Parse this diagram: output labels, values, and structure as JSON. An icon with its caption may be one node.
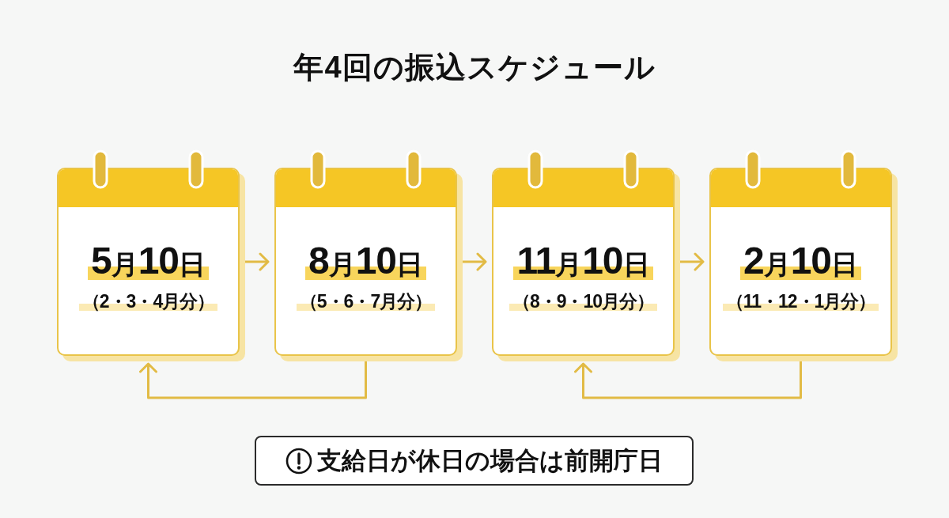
{
  "diagram": {
    "title": "年4回の振込スケジュール",
    "nodes": [
      {
        "text": [
          "5月10日",
          "（2・3・4月分）"
        ]
      },
      {
        "text": [
          "8月10日",
          "（5・6・7月分）"
        ]
      },
      {
        "text": [
          "11月10日",
          "（8・9・10月分）"
        ]
      },
      {
        "text": [
          "2月10日",
          "（11・12・1月分）"
        ]
      },
      {
        "text": [
          "支給日が休日の場合は前開庁日"
        ]
      }
    ],
    "edges": [
      {
        "from": 0,
        "to": 1,
        "arrow": "to"
      },
      {
        "from": 1,
        "to": 2,
        "arrow": "to"
      },
      {
        "from": 2,
        "to": 3,
        "arrow": "to"
      },
      {
        "from": 1,
        "to": 0,
        "arrow": "to"
      },
      {
        "from": 3,
        "to": 2,
        "arrow": "to"
      }
    ]
  }
}
